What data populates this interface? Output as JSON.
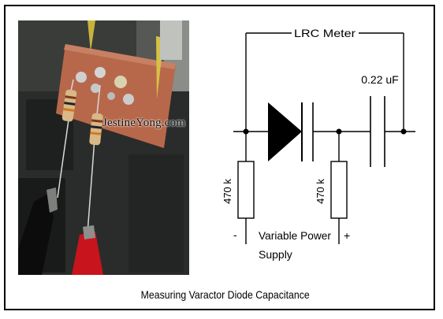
{
  "figure": {
    "watermark": "JestineYong.com",
    "caption": "Measuring Varactor Diode Capacitance"
  },
  "schematic": {
    "meter_label": "LRC Meter",
    "capacitor_label": "0.22 uF",
    "resistor_left_label": "470 k",
    "resistor_right_label": "470 k",
    "supply_minus": "-",
    "supply_plus": "+",
    "supply_label_line1": "Variable Power",
    "supply_label_line2": "Supply"
  },
  "colors": {
    "line": "#000000",
    "board": "#b8684a",
    "clip_red": "#c8141c"
  }
}
